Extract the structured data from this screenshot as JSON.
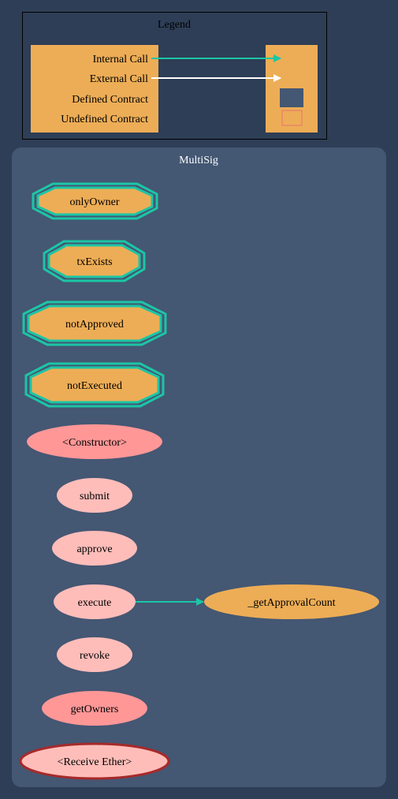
{
  "colors": {
    "background": "#2e3e56",
    "legend_bg": "#2e3e56",
    "legend_border": "#000000",
    "cluster_bg": "#445773",
    "legend_box": "#edad56",
    "modifier_fill": "#edad56",
    "modifier_border": "#1bc6a6",
    "public_fill": "#ff9797",
    "external_fill": "#ffbdb9",
    "internal_fill": "#edad56",
    "receive_border": "#a52a2a",
    "internal_call": "#1bc6a6",
    "external_call": "#ffffff",
    "defined_contract": "#445773",
    "undefined_contract": "#e8726d"
  },
  "legend": {
    "title": "Legend",
    "items": [
      "Internal Call",
      "External Call",
      "Defined Contract",
      "Undefined Contract"
    ]
  },
  "cluster": {
    "title": "MultiSig"
  },
  "nodes": {
    "onlyOwner": "onlyOwner",
    "txExists": "txExists",
    "notApproved": "notApproved",
    "notExecuted": "notExecuted",
    "constructor": "<Constructor>",
    "submit": "submit",
    "approve": "approve",
    "execute": "execute",
    "revoke": "revoke",
    "getOwners": "getOwners",
    "receiveEther": "<Receive Ether>",
    "getApprovalCount": "_getApprovalCount"
  },
  "edges": [
    {
      "from": "execute",
      "to": "getApprovalCount",
      "kind": "internal"
    }
  ]
}
